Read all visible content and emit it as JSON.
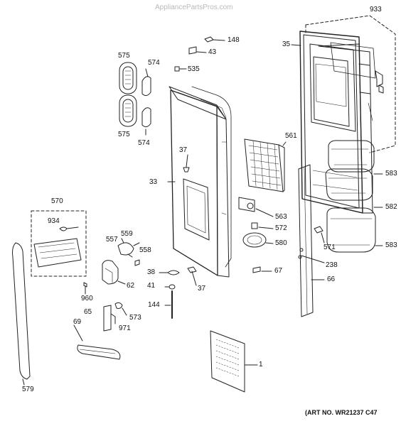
{
  "watermark": "AppliancePartsPros.com",
  "art_number": "(ART NO. WR21237 C47",
  "callouts": {
    "p933": "933",
    "p35": "35",
    "p148": "148",
    "p43": "43",
    "p535": "535",
    "p575a": "575",
    "p574a": "574",
    "p575b": "575",
    "p574b": "574",
    "p561": "561",
    "p37a": "37",
    "p33": "33",
    "p583a": "583",
    "p582": "582",
    "p583b": "583",
    "p570": "570",
    "p934": "934",
    "p563": "563",
    "p572": "572",
    "p557": "557",
    "p559": "559",
    "p558": "558",
    "p580": "580",
    "p571": "571",
    "p238": "238",
    "p38": "38",
    "p67": "67",
    "p41": "41",
    "p37b": "37",
    "p62": "62",
    "p66": "66",
    "p960": "960",
    "p144": "144",
    "p65": "65",
    "p573": "573",
    "p971": "971",
    "p69": "69",
    "p1": "1",
    "p579": "579"
  }
}
